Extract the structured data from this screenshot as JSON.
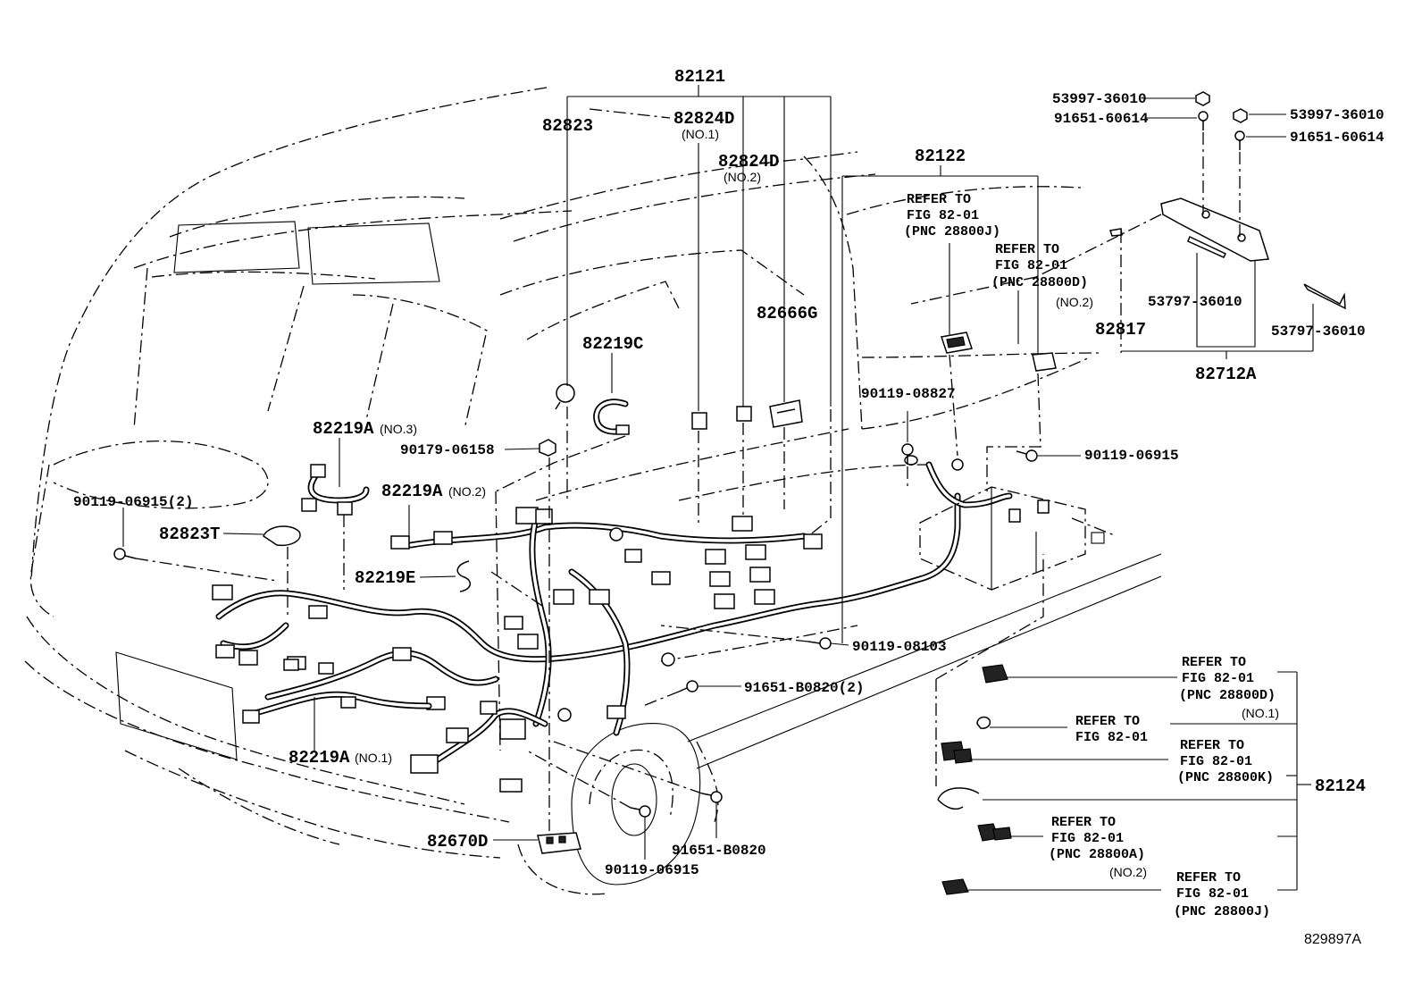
{
  "labels": {
    "p82121": "82121",
    "p82823": "82823",
    "p82824D_1": "82824D",
    "no1_a": "(NO.1)",
    "p82824D_2": "82824D",
    "no2_a": "(NO.2)",
    "p82122": "82122",
    "p82666G": "82666G",
    "p82219C": "82219C",
    "p82219A_3": "82219A",
    "no3": "(NO.3)",
    "p82219A_2": "82219A",
    "no2_b": "(NO.2)",
    "p82219A_1": "82219A",
    "no1_b": "(NO.1)",
    "p82219E": "82219E",
    "p82823T": "82823T",
    "p82670D": "82670D",
    "p90179_06158": "90179-06158",
    "p90119_06915_2": "90119-06915(2)",
    "p90119_08827": "90119-08827",
    "p90119_06915_r": "90119-06915",
    "p90119_08103": "90119-08103",
    "p91651_B0820_2": "91651-B0820(2)",
    "p91651_B0820": "91651-B0820",
    "p90119_06915_b": "90119-06915",
    "p53997_l": "53997-36010",
    "p91651_60614_l": "91651-60614",
    "p53997_r": "53997-36010",
    "p91651_60614_r": "91651-60614",
    "p53797_a": "53797-36010",
    "p53797_b": "53797-36010",
    "p82817": "82817",
    "p82712A": "82712A",
    "p82124": "82124",
    "diagram_code": "829897A"
  },
  "refs": {
    "r1": {
      "l1": "REFER TO",
      "l2": "FIG 82-01",
      "l3": "(PNC 28800J)"
    },
    "r2": {
      "l1": "REFER TO",
      "l2": "FIG 82-01",
      "l3": "(PNC 28800D)",
      "l4": "(NO.2)"
    },
    "r3": {
      "l1": "REFER TO",
      "l2": "FIG 82-01",
      "l3": "(PNC 28800D)",
      "l4": "(NO.1)"
    },
    "r4": {
      "l1": "REFER TO",
      "l2": "FIG 82-01"
    },
    "r5": {
      "l1": "REFER TO",
      "l2": "FIG 82-01",
      "l3": "(PNC 28800K)"
    },
    "r6": {
      "l1": "REFER TO",
      "l2": "FIG 82-01",
      "l3": "(PNC 28800A)",
      "l4": "(NO.2)"
    },
    "r7": {
      "l1": "REFER TO",
      "l2": "FIG 82-01",
      "l3": "(PNC 28800J)"
    }
  }
}
